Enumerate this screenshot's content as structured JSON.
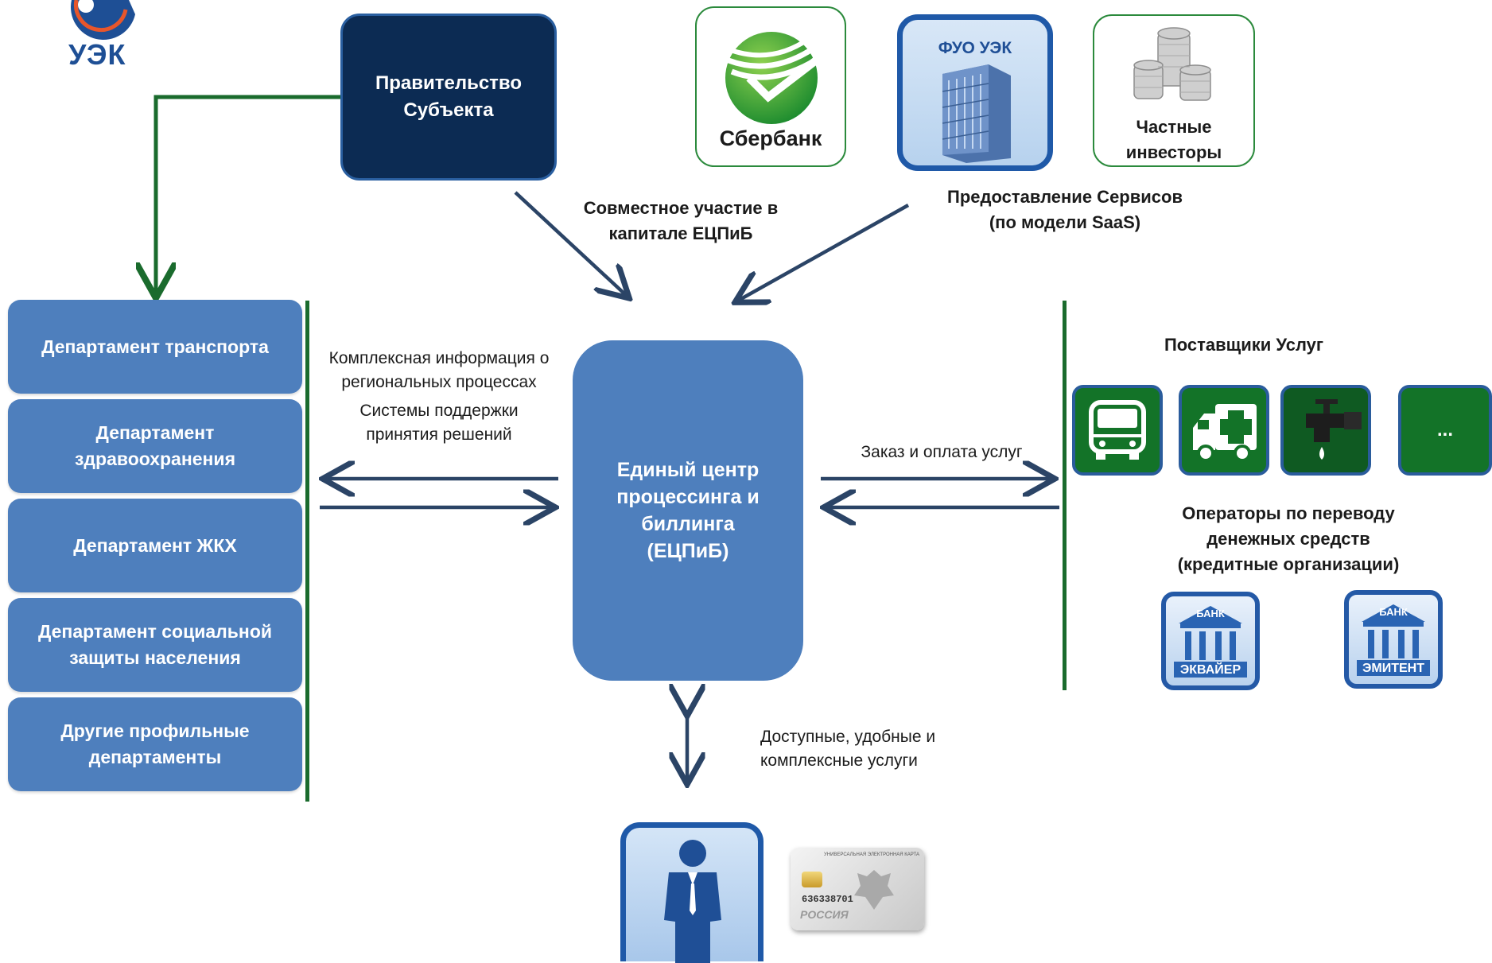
{
  "logo": {
    "text": "УЭК"
  },
  "government": {
    "line1": "Правительство",
    "line2": "Субъекта"
  },
  "sponsors": {
    "sberbank": {
      "label": "Сбербанк"
    },
    "fuo": {
      "label": "ФУО УЭК"
    },
    "investors": {
      "line1": "Частные",
      "line2": "инвесторы"
    }
  },
  "captions": {
    "capital": {
      "line1": "Совместное участие в",
      "line2": "капитале ЕЦПиБ"
    },
    "saas": {
      "line1": "Предоставление Сервисов",
      "line2": "(по модели SaaS)"
    },
    "info1": {
      "line1": "Комплексная информация о",
      "line2": "региональных процессах"
    },
    "info2": {
      "line1": "Системы поддержки",
      "line2": "принятия решений"
    },
    "order": "Заказ и оплата услуг",
    "services": {
      "line1": "Доступные, удобные и",
      "line2": "комплексные услуги"
    }
  },
  "departments": [
    {
      "line1": "Департамент транспорта",
      "line2": ""
    },
    {
      "line1": "Департамент",
      "line2": "здравоохранения"
    },
    {
      "line1": "Департамент ЖКХ",
      "line2": ""
    },
    {
      "line1": "Департамент социальной",
      "line2": "защиты населения"
    },
    {
      "line1": "Другие профильные",
      "line2": "департаменты"
    }
  ],
  "center": {
    "line1": "Единый центр",
    "line2": "процессинга и",
    "line3": "биллинга",
    "line4": "(ЕЦПиБ)"
  },
  "providers": {
    "title": "Поставщики Услуг",
    "more": "..."
  },
  "operators": {
    "line1": "Операторы по переводу",
    "line2": "денежных средств",
    "line3": "(кредитные организации)"
  },
  "banks": [
    {
      "top": "БАНК",
      "bottom": "ЭКВАЙЕР"
    },
    {
      "top": "БАНК",
      "bottom": "ЭМИТЕНТ"
    }
  ],
  "card": {
    "header": "УНИВЕРСАЛЬНАЯ ЭЛЕКТРОННАЯ КАРТА",
    "number": "636338701",
    "country": "РОССИЯ"
  },
  "colors": {
    "navy": "#0c2b53",
    "blue": "#4e7fbd",
    "green": "#137328",
    "arrow": "#2b4466"
  }
}
